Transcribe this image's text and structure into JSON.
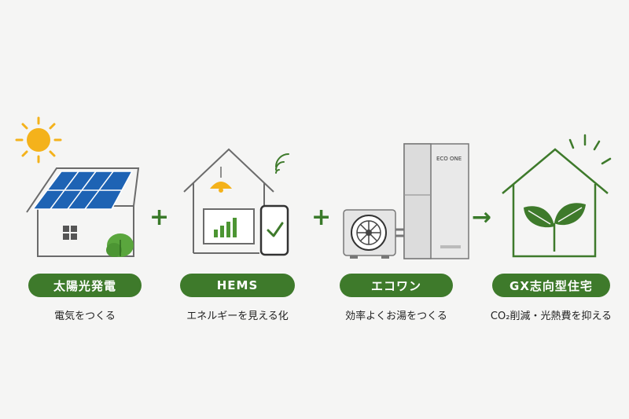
{
  "colors": {
    "accent_green": "#3e7a2b",
    "background": "#f5f5f4",
    "solar_blue": "#1e63b4",
    "sun_yellow": "#f4b21b",
    "line_gray": "#6b6b6b"
  },
  "steps": [
    {
      "title": "太陽光発電",
      "caption": "電気をつくる",
      "icon": "solar-house-icon"
    },
    {
      "title": "HEMS",
      "caption": "エネルギーを見える化",
      "icon": "smart-home-icon"
    },
    {
      "title": "エコワン",
      "caption": "効率よくお湯をつくる",
      "icon": "heat-pump-icon"
    },
    {
      "title": "GX志向型住宅",
      "caption": "CO₂削減・光熱費を抑える",
      "icon": "green-house-icon"
    }
  ],
  "operators": [
    "+",
    "+",
    "→"
  ],
  "device_label": "ECO ONE"
}
